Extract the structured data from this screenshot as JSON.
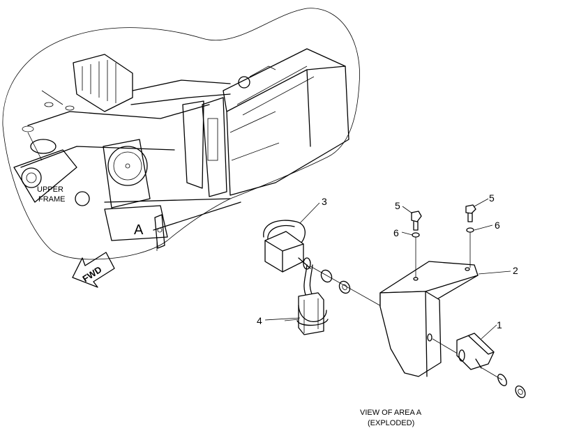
{
  "labels": {
    "upper_frame_1": "UPPER",
    "upper_frame_2": "FRAME",
    "fwd": "FWD",
    "area_marker": "A",
    "view_caption_1": "VIEW OF AREA A",
    "view_caption_2": "(EXPLODED)"
  },
  "callouts": {
    "part_1": "1",
    "part_2": "2",
    "part_3": "3",
    "part_4": "4",
    "part_5_left": "5",
    "part_5_right": "5",
    "part_6_left": "6",
    "part_6_right": "6"
  }
}
